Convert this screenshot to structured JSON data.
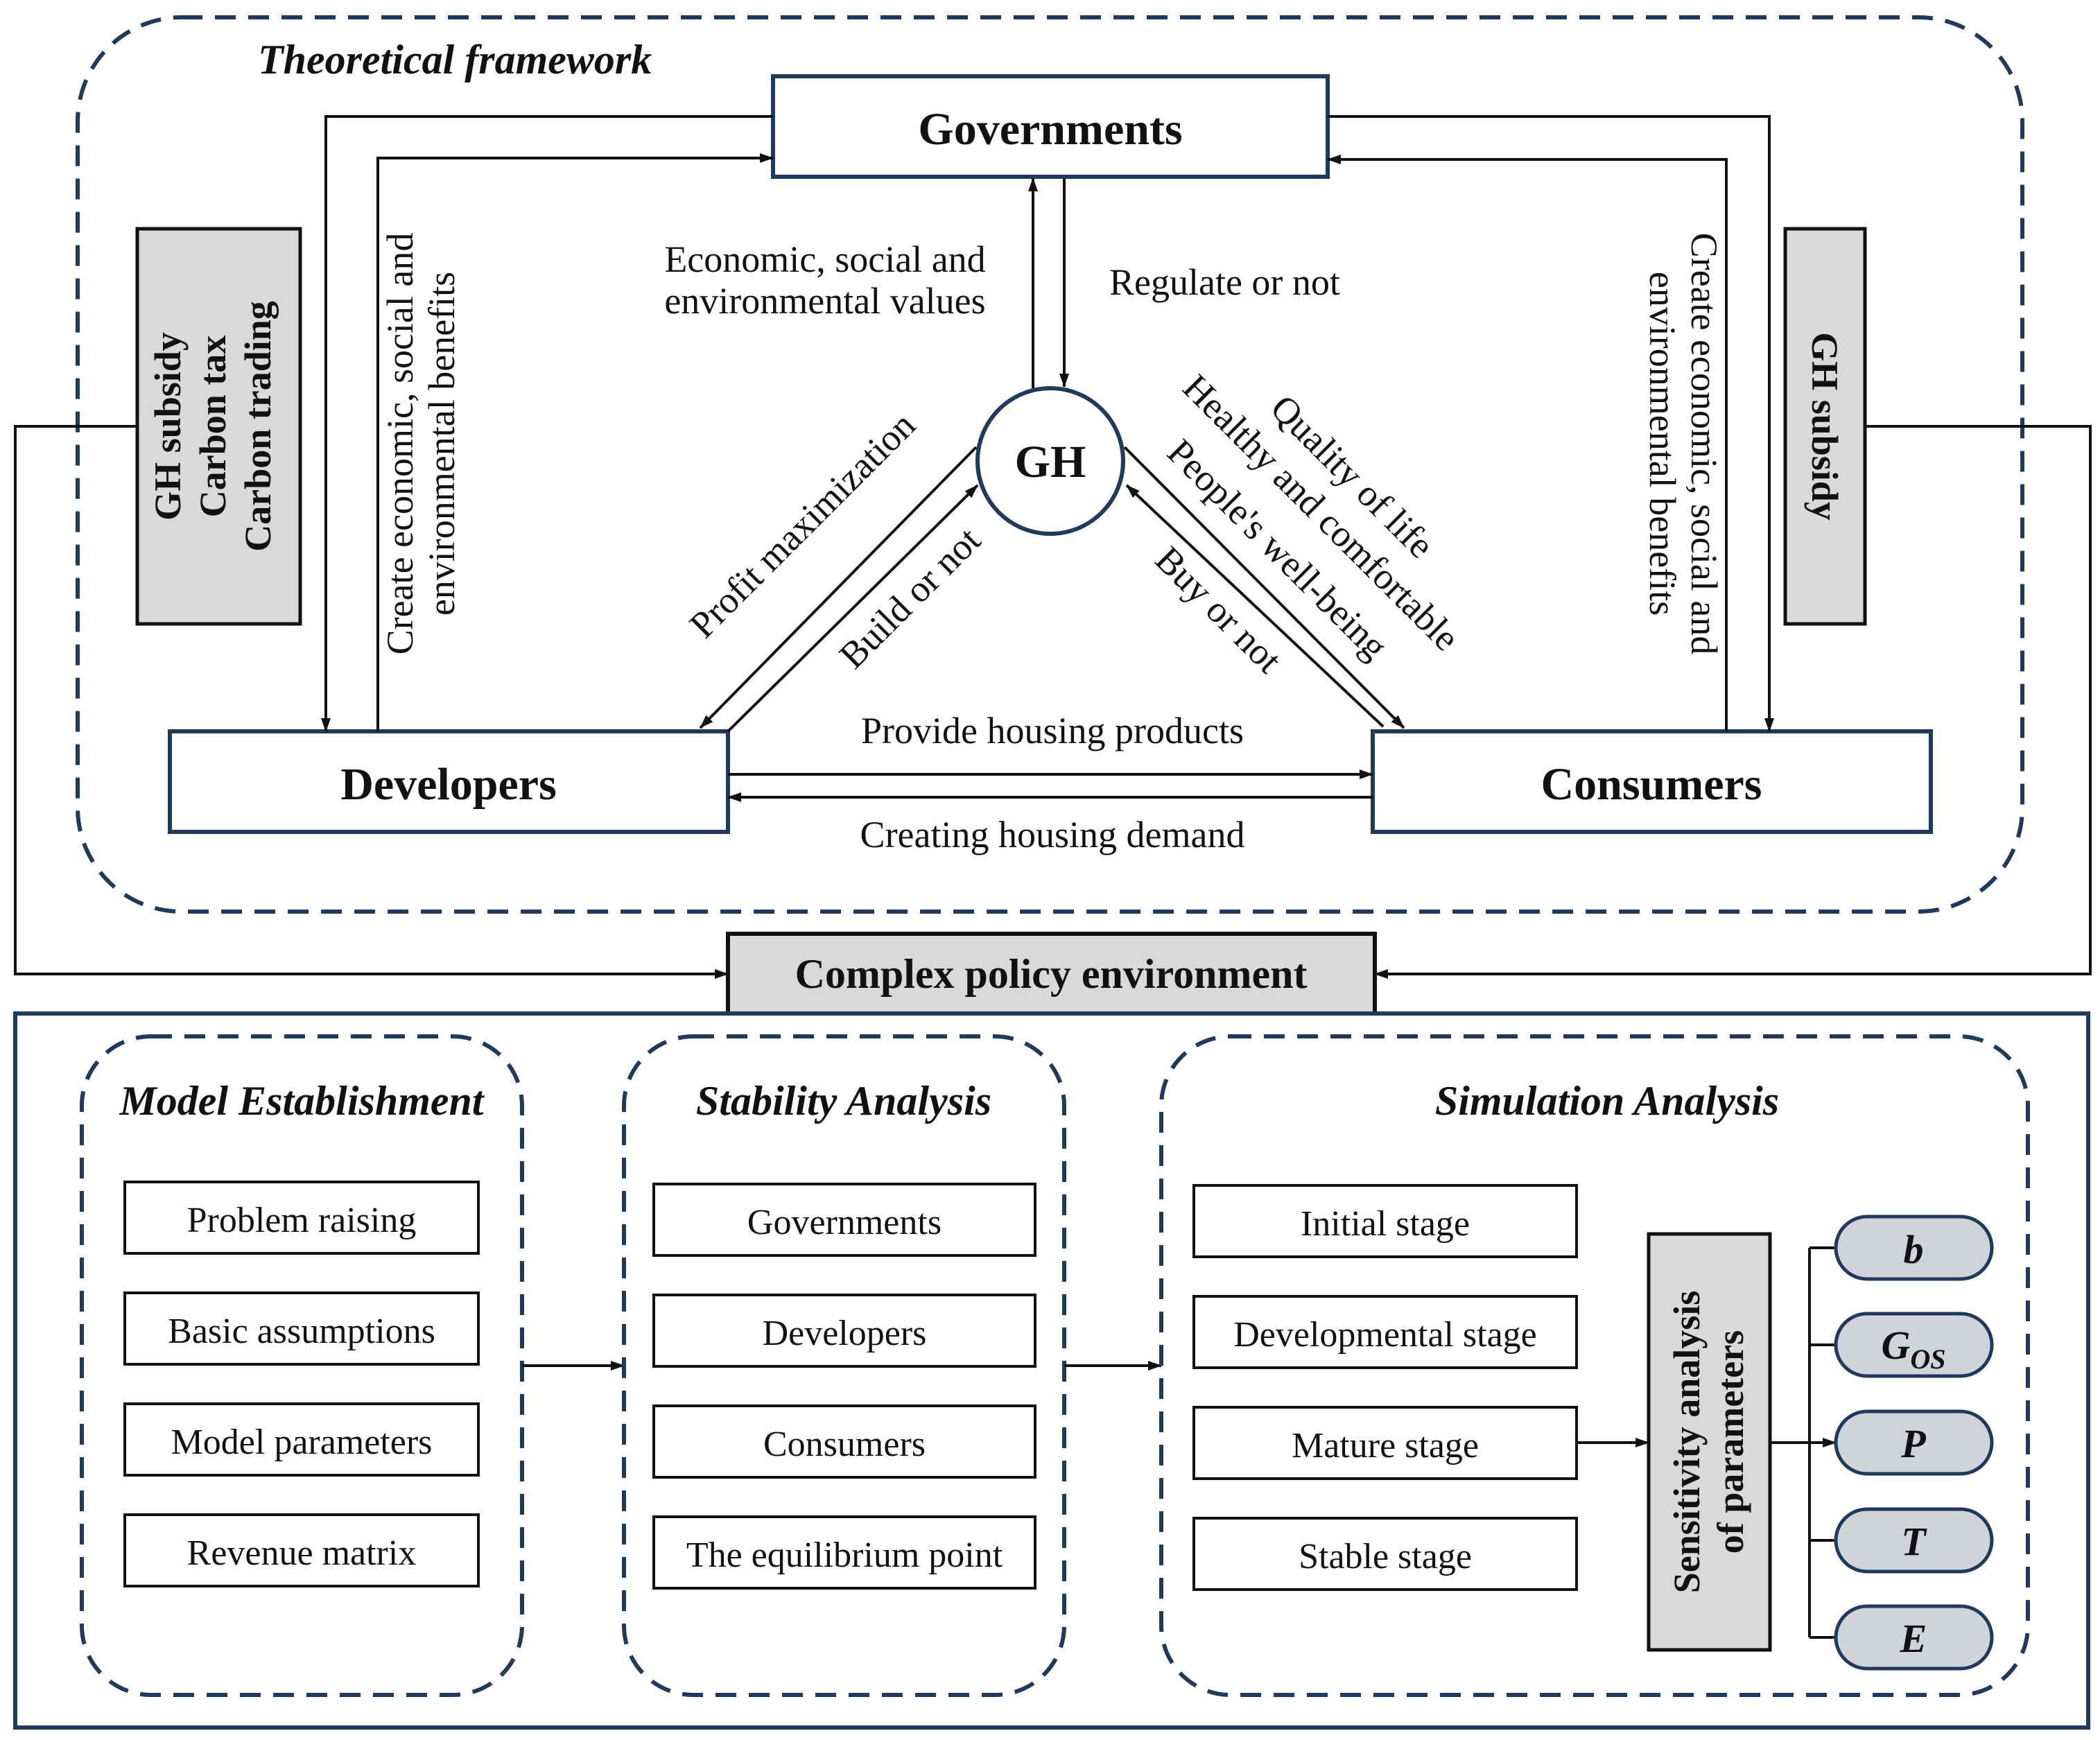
{
  "colors": {
    "navy": "#1f3a5f",
    "gray_fill": "#d9d9d9",
    "param_fill": "#d0d3d8",
    "line": "#111111"
  },
  "framework": {
    "title": "Theoretical framework",
    "governments": "Governments",
    "developers": "Developers",
    "consumers": "Consumers",
    "gh": "GH",
    "left_policy": [
      "GH subsidy",
      "Carbon tax",
      "Carbon trading"
    ],
    "right_policy": [
      "GH subsidy"
    ],
    "left_benefits": [
      "Create economic, social and",
      "environmental benefits"
    ],
    "right_benefits": [
      "Create economic, social and",
      "environmental benefits"
    ],
    "gov_values": [
      "Economic, social and",
      "environmental values"
    ],
    "regulate": "Regulate or not",
    "profit": "Profit maximization",
    "build": "Build or not",
    "buy": "Buy or not",
    "quality": [
      "Quality of life",
      "Healthy and comfortable",
      "People's well-being"
    ],
    "provide": "Provide housing products",
    "demand": "Creating housing demand"
  },
  "policy_env": "Complex policy environment",
  "model": {
    "title": "Model Establishment",
    "items": [
      "Problem raising",
      "Basic assumptions",
      "Model parameters",
      "Revenue matrix"
    ]
  },
  "stability": {
    "title": "Stability Analysis",
    "items": [
      "Governments",
      "Developers",
      "Consumers",
      "The equilibrium point"
    ]
  },
  "simulation": {
    "title": "Simulation Analysis",
    "items": [
      "Initial stage",
      "Developmental stage",
      "Mature stage",
      "Stable stage"
    ],
    "sensitivity": [
      "Sensitivity analysis",
      "of parameters"
    ],
    "params": [
      {
        "main": "b",
        "sub": ""
      },
      {
        "main": "G",
        "sub": "OS"
      },
      {
        "main": "P",
        "sub": ""
      },
      {
        "main": "T",
        "sub": ""
      },
      {
        "main": "E",
        "sub": ""
      }
    ]
  }
}
